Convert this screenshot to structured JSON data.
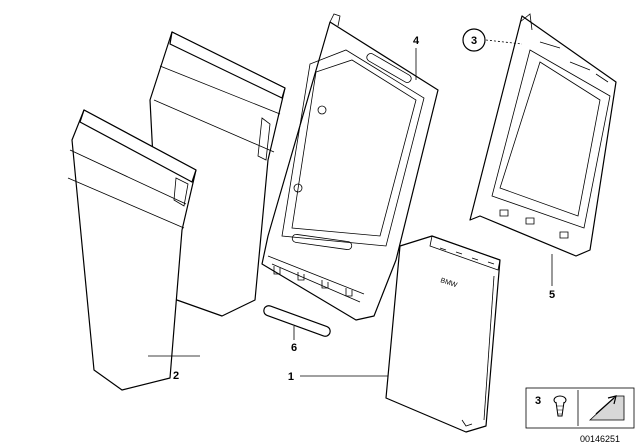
{
  "callouts": {
    "c1": "1",
    "c2": "2",
    "c3": "3",
    "c4": "4",
    "c5": "5",
    "c6": "6",
    "legend_screw": "3"
  },
  "document_id": "00146251"
}
